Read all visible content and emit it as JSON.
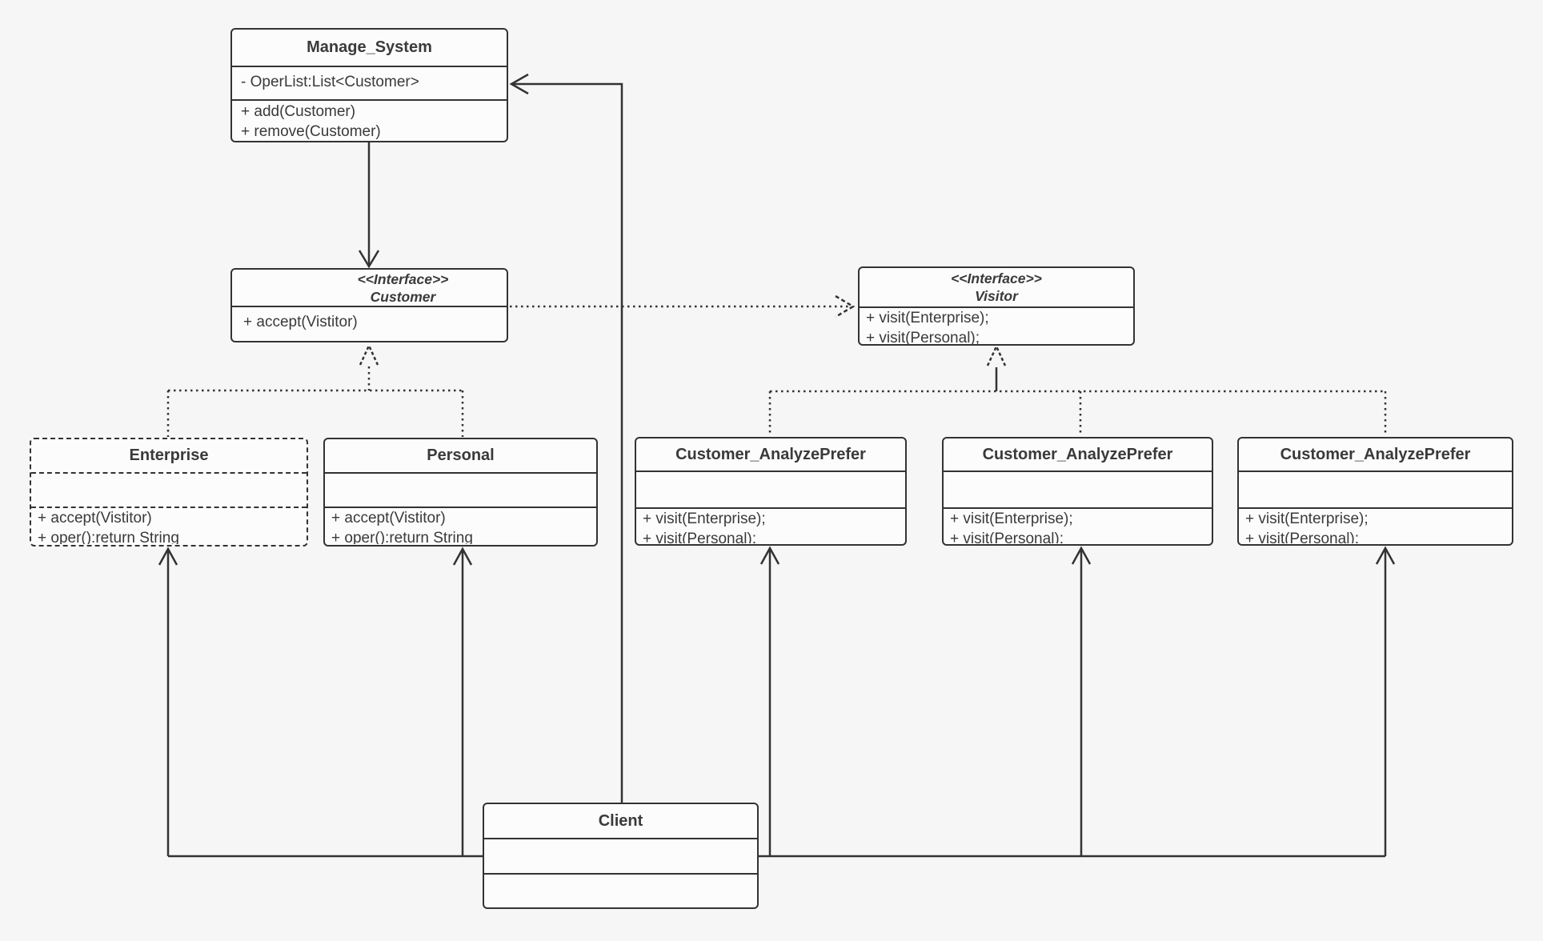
{
  "diagram": {
    "background_color": "#f6f6f6",
    "box_fill_color": "#fcfcfc",
    "line_color": "#333333"
  },
  "classes": {
    "manage_system": {
      "title": "Manage_System",
      "attributes": [
        "- OperList:List<Customer>"
      ],
      "methods": [
        "+ add(Customer)",
        "+ remove(Customer)"
      ]
    },
    "customer": {
      "stereotype": "<<Interface>>",
      "title": "Customer",
      "methods": [
        "+ accept(Vistitor)"
      ]
    },
    "visitor": {
      "stereotype": "<<Interface>>",
      "title": "Visitor",
      "methods": [
        "+ visit(Enterprise);",
        "+ visit(Personal);"
      ]
    },
    "enterprise": {
      "title": "Enterprise",
      "methods": [
        "+ accept(Vistitor)",
        "+ oper():return String"
      ]
    },
    "personal": {
      "title": "Personal",
      "methods": [
        "+ accept(Vistitor)",
        "+ oper():return String"
      ]
    },
    "analyze_prefer_1": {
      "title": "Customer_AnalyzePrefer",
      "methods": [
        "+ visit(Enterprise);",
        "+ visit(Personal);"
      ]
    },
    "analyze_prefer_2": {
      "title": "Customer_AnalyzePrefer",
      "methods": [
        "+ visit(Enterprise);",
        "+ visit(Personal);"
      ]
    },
    "analyze_prefer_3": {
      "title": "Customer_AnalyzePrefer",
      "methods": [
        "+ visit(Enterprise);",
        "+ visit(Personal);"
      ]
    },
    "client": {
      "title": "Client"
    }
  },
  "relationships": [
    {
      "from": "Manage_System",
      "to": "Customer",
      "type": "solid-arrow-down"
    },
    {
      "from": "Customer",
      "to": "Visitor",
      "type": "dotted-dependency-arrow"
    },
    {
      "from": "Enterprise",
      "to": "Customer",
      "type": "dotted-realization"
    },
    {
      "from": "Personal",
      "to": "Customer",
      "type": "dotted-realization"
    },
    {
      "from": "Customer_AnalyzePrefer x3",
      "to": "Visitor",
      "type": "dotted-realization"
    },
    {
      "from": "Client",
      "to": "Manage_System",
      "type": "solid-arrow"
    },
    {
      "from": "Client",
      "to": "Enterprise, Personal, Customer_AnalyzePrefer x3",
      "type": "solid-arrows-via-bus"
    }
  ]
}
